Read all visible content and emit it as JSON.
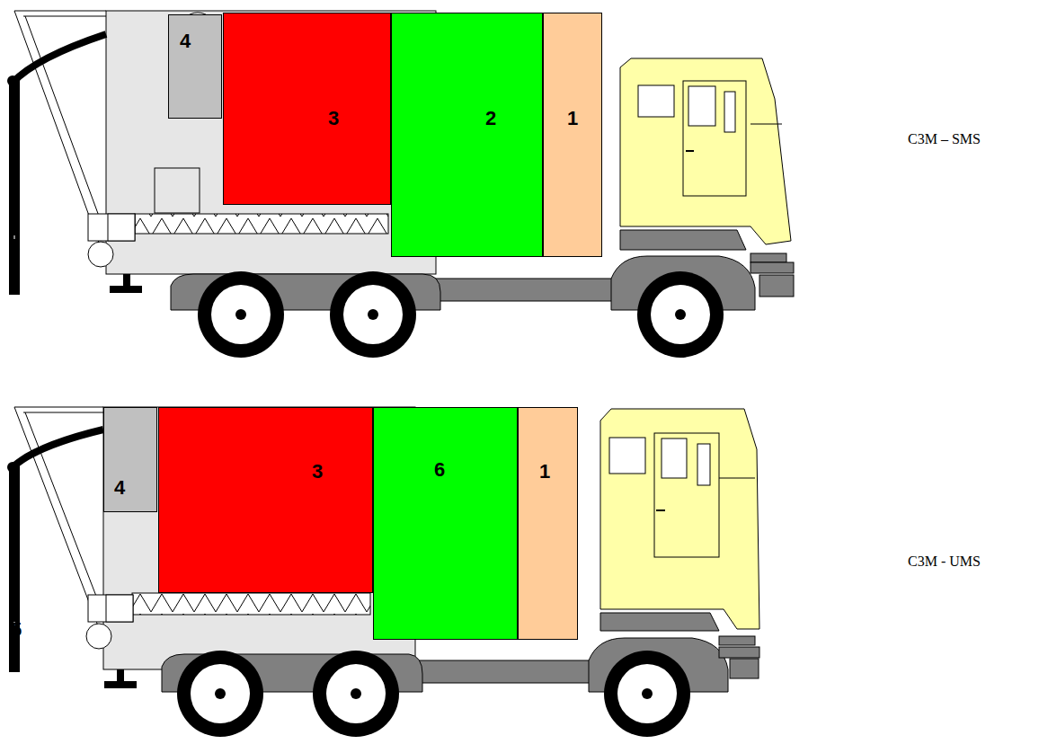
{
  "diagram": {
    "nodes": [
      {
        "text": [
          "4"
        ]
      },
      {
        "text": [
          "3"
        ]
      },
      {
        "text": [
          "2"
        ]
      },
      {
        "text": [
          "1"
        ]
      },
      {
        "text": [
          "4"
        ]
      },
      {
        "text": [
          "3"
        ]
      },
      {
        "text": [
          "6"
        ]
      },
      {
        "text": [
          "1"
        ]
      }
    ],
    "labels": [
      "5",
      "C3M – SMS",
      "5",
      "C3M - UMS"
    ]
  }
}
